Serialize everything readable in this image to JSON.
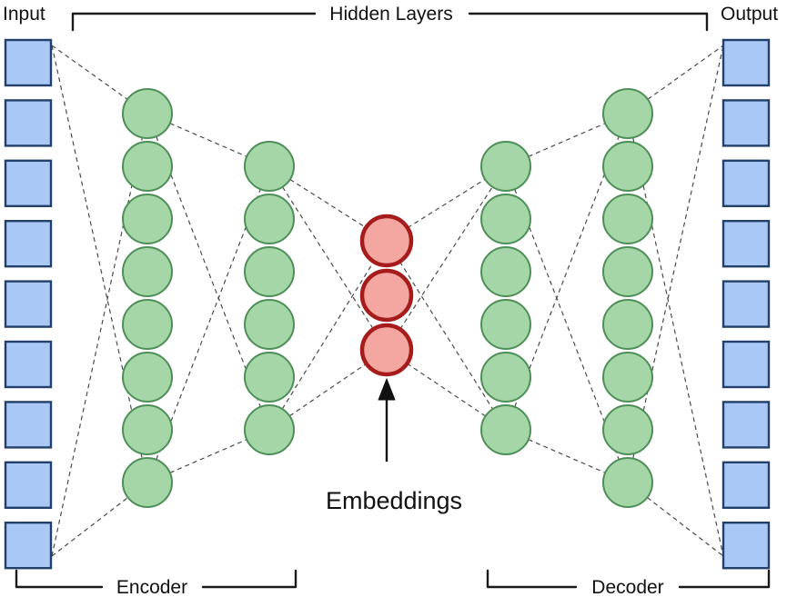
{
  "diagram": {
    "labels": {
      "input": "Input",
      "output": "Output",
      "hidden_layers": "Hidden Layers",
      "encoder": "Encoder",
      "decoder": "Decoder",
      "embeddings": "Embeddings"
    },
    "colors": {
      "input_node_fill": "#A9C8F5",
      "input_node_stroke": "#23406B",
      "hidden_node_fill": "#A5D6A7",
      "hidden_node_stroke": "#4E8F58",
      "embedding_node_fill": "#F4A6A0",
      "embedding_node_stroke": "#A61B1B",
      "connection_line": "#4A4A4A",
      "text": "#111111"
    },
    "layers": [
      {
        "name": "input-layer",
        "role": "input",
        "shape": "square",
        "count": 9
      },
      {
        "name": "encoder-hidden-1",
        "role": "hidden",
        "shape": "circle",
        "count": 8
      },
      {
        "name": "encoder-hidden-2",
        "role": "hidden",
        "shape": "circle",
        "count": 6
      },
      {
        "name": "embedding-layer",
        "role": "embedding",
        "shape": "circle",
        "count": 3
      },
      {
        "name": "decoder-hidden-1",
        "role": "hidden",
        "shape": "circle",
        "count": 6
      },
      {
        "name": "decoder-hidden-2",
        "role": "hidden",
        "shape": "circle",
        "count": 8
      },
      {
        "name": "output-layer",
        "role": "output",
        "shape": "square",
        "count": 9
      }
    ]
  }
}
